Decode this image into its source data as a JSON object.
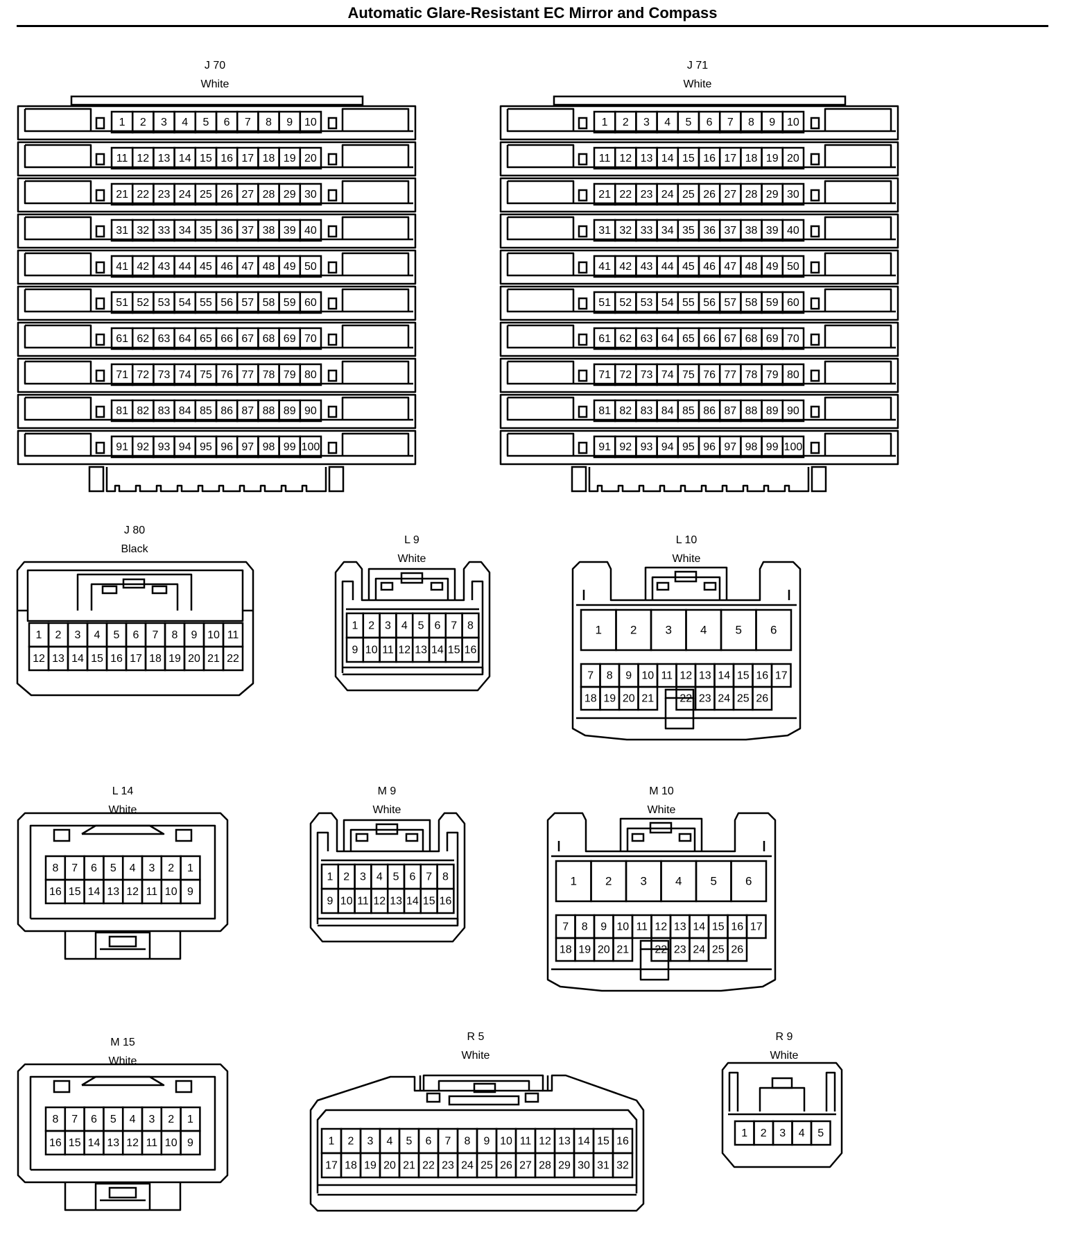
{
  "title": "Automatic Glare-Resistant EC Mirror and Compass",
  "connectors": [
    {
      "id": "J 70",
      "color": "White",
      "kind": "j100",
      "pins": [
        [
          "1",
          "2",
          "3",
          "4",
          "5",
          "6",
          "7",
          "8",
          "9",
          "10"
        ],
        [
          "11",
          "12",
          "13",
          "14",
          "15",
          "16",
          "17",
          "18",
          "19",
          "20"
        ],
        [
          "21",
          "22",
          "23",
          "24",
          "25",
          "26",
          "27",
          "28",
          "29",
          "30"
        ],
        [
          "31",
          "32",
          "33",
          "34",
          "35",
          "36",
          "37",
          "38",
          "39",
          "40"
        ],
        [
          "41",
          "42",
          "43",
          "44",
          "45",
          "46",
          "47",
          "48",
          "49",
          "50"
        ],
        [
          "51",
          "52",
          "53",
          "54",
          "55",
          "56",
          "57",
          "58",
          "59",
          "60"
        ],
        [
          "61",
          "62",
          "63",
          "64",
          "65",
          "66",
          "67",
          "68",
          "69",
          "70"
        ],
        [
          "71",
          "72",
          "73",
          "74",
          "75",
          "76",
          "77",
          "78",
          "79",
          "80"
        ],
        [
          "81",
          "82",
          "83",
          "84",
          "85",
          "86",
          "87",
          "88",
          "89",
          "90"
        ],
        [
          "91",
          "92",
          "93",
          "94",
          "95",
          "96",
          "97",
          "98",
          "99",
          "100"
        ]
      ]
    },
    {
      "id": "J 71",
      "color": "White",
      "kind": "j100",
      "pins": [
        [
          "1",
          "2",
          "3",
          "4",
          "5",
          "6",
          "7",
          "8",
          "9",
          "10"
        ],
        [
          "11",
          "12",
          "13",
          "14",
          "15",
          "16",
          "17",
          "18",
          "19",
          "20"
        ],
        [
          "21",
          "22",
          "23",
          "24",
          "25",
          "26",
          "27",
          "28",
          "29",
          "30"
        ],
        [
          "31",
          "32",
          "33",
          "34",
          "35",
          "36",
          "37",
          "38",
          "39",
          "40"
        ],
        [
          "41",
          "42",
          "43",
          "44",
          "45",
          "46",
          "47",
          "48",
          "49",
          "50"
        ],
        [
          "51",
          "52",
          "53",
          "54",
          "55",
          "56",
          "57",
          "58",
          "59",
          "60"
        ],
        [
          "61",
          "62",
          "63",
          "64",
          "65",
          "66",
          "67",
          "68",
          "69",
          "70"
        ],
        [
          "71",
          "72",
          "73",
          "74",
          "75",
          "76",
          "77",
          "78",
          "79",
          "80"
        ],
        [
          "81",
          "82",
          "83",
          "84",
          "85",
          "86",
          "87",
          "88",
          "89",
          "90"
        ],
        [
          "91",
          "92",
          "93",
          "94",
          "95",
          "96",
          "97",
          "98",
          "99",
          "100"
        ]
      ]
    },
    {
      "id": "J 80",
      "color": "Black",
      "kind": "j80",
      "pins": [
        [
          "1",
          "2",
          "3",
          "4",
          "5",
          "6",
          "7",
          "8",
          "9",
          "10",
          "11"
        ],
        [
          "12",
          "13",
          "14",
          "15",
          "16",
          "17",
          "18",
          "19",
          "20",
          "21",
          "22"
        ]
      ]
    },
    {
      "id": "L 9",
      "color": "White",
      "kind": "m16",
      "pins": [
        [
          "1",
          "2",
          "3",
          "4",
          "5",
          "6",
          "7",
          "8"
        ],
        [
          "9",
          "10",
          "11",
          "12",
          "13",
          "14",
          "15",
          "16"
        ]
      ]
    },
    {
      "id": "L 10",
      "color": "White",
      "kind": "m26",
      "pins": [
        [
          "1",
          "2",
          "3",
          "4",
          "5",
          "6"
        ],
        [
          "7",
          "8",
          "9",
          "10",
          "11",
          "12",
          "13",
          "14",
          "15",
          "16",
          "17"
        ],
        [
          "18",
          "19",
          "20",
          "21",
          "",
          "22",
          "23",
          "24",
          "25",
          "26"
        ]
      ]
    },
    {
      "id": "L 14",
      "color": "White",
      "kind": "f16",
      "pins": [
        [
          "8",
          "7",
          "6",
          "5",
          "4",
          "3",
          "2",
          "1"
        ],
        [
          "16",
          "15",
          "14",
          "13",
          "12",
          "11",
          "10",
          "9"
        ]
      ]
    },
    {
      "id": "M 9",
      "color": "White",
      "kind": "m16",
      "pins": [
        [
          "1",
          "2",
          "3",
          "4",
          "5",
          "6",
          "7",
          "8"
        ],
        [
          "9",
          "10",
          "11",
          "12",
          "13",
          "14",
          "15",
          "16"
        ]
      ]
    },
    {
      "id": "M 10",
      "color": "White",
      "kind": "m26",
      "pins": [
        [
          "1",
          "2",
          "3",
          "4",
          "5",
          "6"
        ],
        [
          "7",
          "8",
          "9",
          "10",
          "11",
          "12",
          "13",
          "14",
          "15",
          "16",
          "17"
        ],
        [
          "18",
          "19",
          "20",
          "21",
          "",
          "22",
          "23",
          "24",
          "25",
          "26"
        ]
      ]
    },
    {
      "id": "M 15",
      "color": "White",
      "kind": "f16",
      "pins": [
        [
          "8",
          "7",
          "6",
          "5",
          "4",
          "3",
          "2",
          "1"
        ],
        [
          "16",
          "15",
          "14",
          "13",
          "12",
          "11",
          "10",
          "9"
        ]
      ]
    },
    {
      "id": "R 5",
      "color": "White",
      "kind": "r32",
      "pins": [
        [
          "1",
          "2",
          "3",
          "4",
          "5",
          "6",
          "7",
          "8",
          "9",
          "10",
          "11",
          "12",
          "13",
          "14",
          "15",
          "16"
        ],
        [
          "17",
          "18",
          "19",
          "20",
          "21",
          "22",
          "23",
          "24",
          "25",
          "26",
          "27",
          "28",
          "29",
          "30",
          "31",
          "32"
        ]
      ]
    },
    {
      "id": "R 9",
      "color": "White",
      "kind": "r5",
      "pins": [
        [
          "1",
          "2",
          "3",
          "4",
          "5"
        ]
      ]
    }
  ]
}
